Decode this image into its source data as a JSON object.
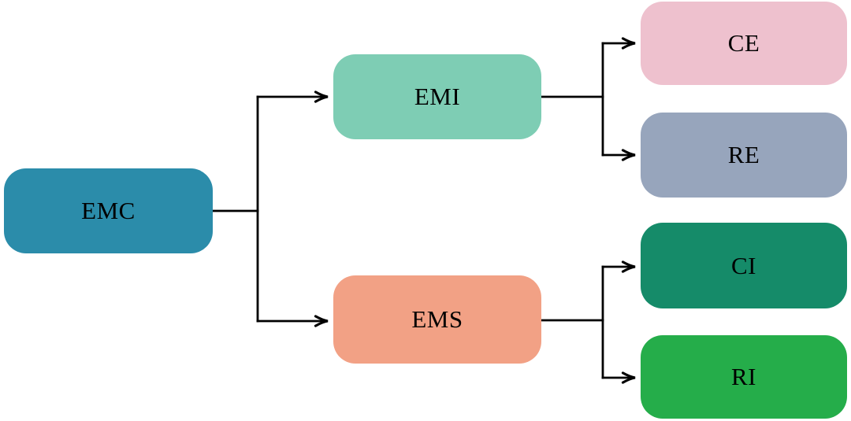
{
  "nodes": {
    "emc": {
      "label": "EMC",
      "color": "#2b8caa"
    },
    "emi": {
      "label": "EMI",
      "color": "#7ecdb4"
    },
    "ems": {
      "label": "EMS",
      "color": "#f2a185"
    },
    "ce": {
      "label": "CE",
      "color": "#eec1ce"
    },
    "re": {
      "label": "RE",
      "color": "#97a5bc"
    },
    "ci": {
      "label": "CI",
      "color": "#158b69"
    },
    "ri": {
      "label": "RI",
      "color": "#25ad4a"
    }
  },
  "edges": [
    {
      "from": "EMC",
      "to": "EMI"
    },
    {
      "from": "EMC",
      "to": "EMS"
    },
    {
      "from": "EMI",
      "to": "CE"
    },
    {
      "from": "EMI",
      "to": "RE"
    },
    {
      "from": "EMS",
      "to": "CI"
    },
    {
      "from": "EMS",
      "to": "RI"
    }
  ],
  "line_color": "#000000",
  "text_color": "#000000"
}
